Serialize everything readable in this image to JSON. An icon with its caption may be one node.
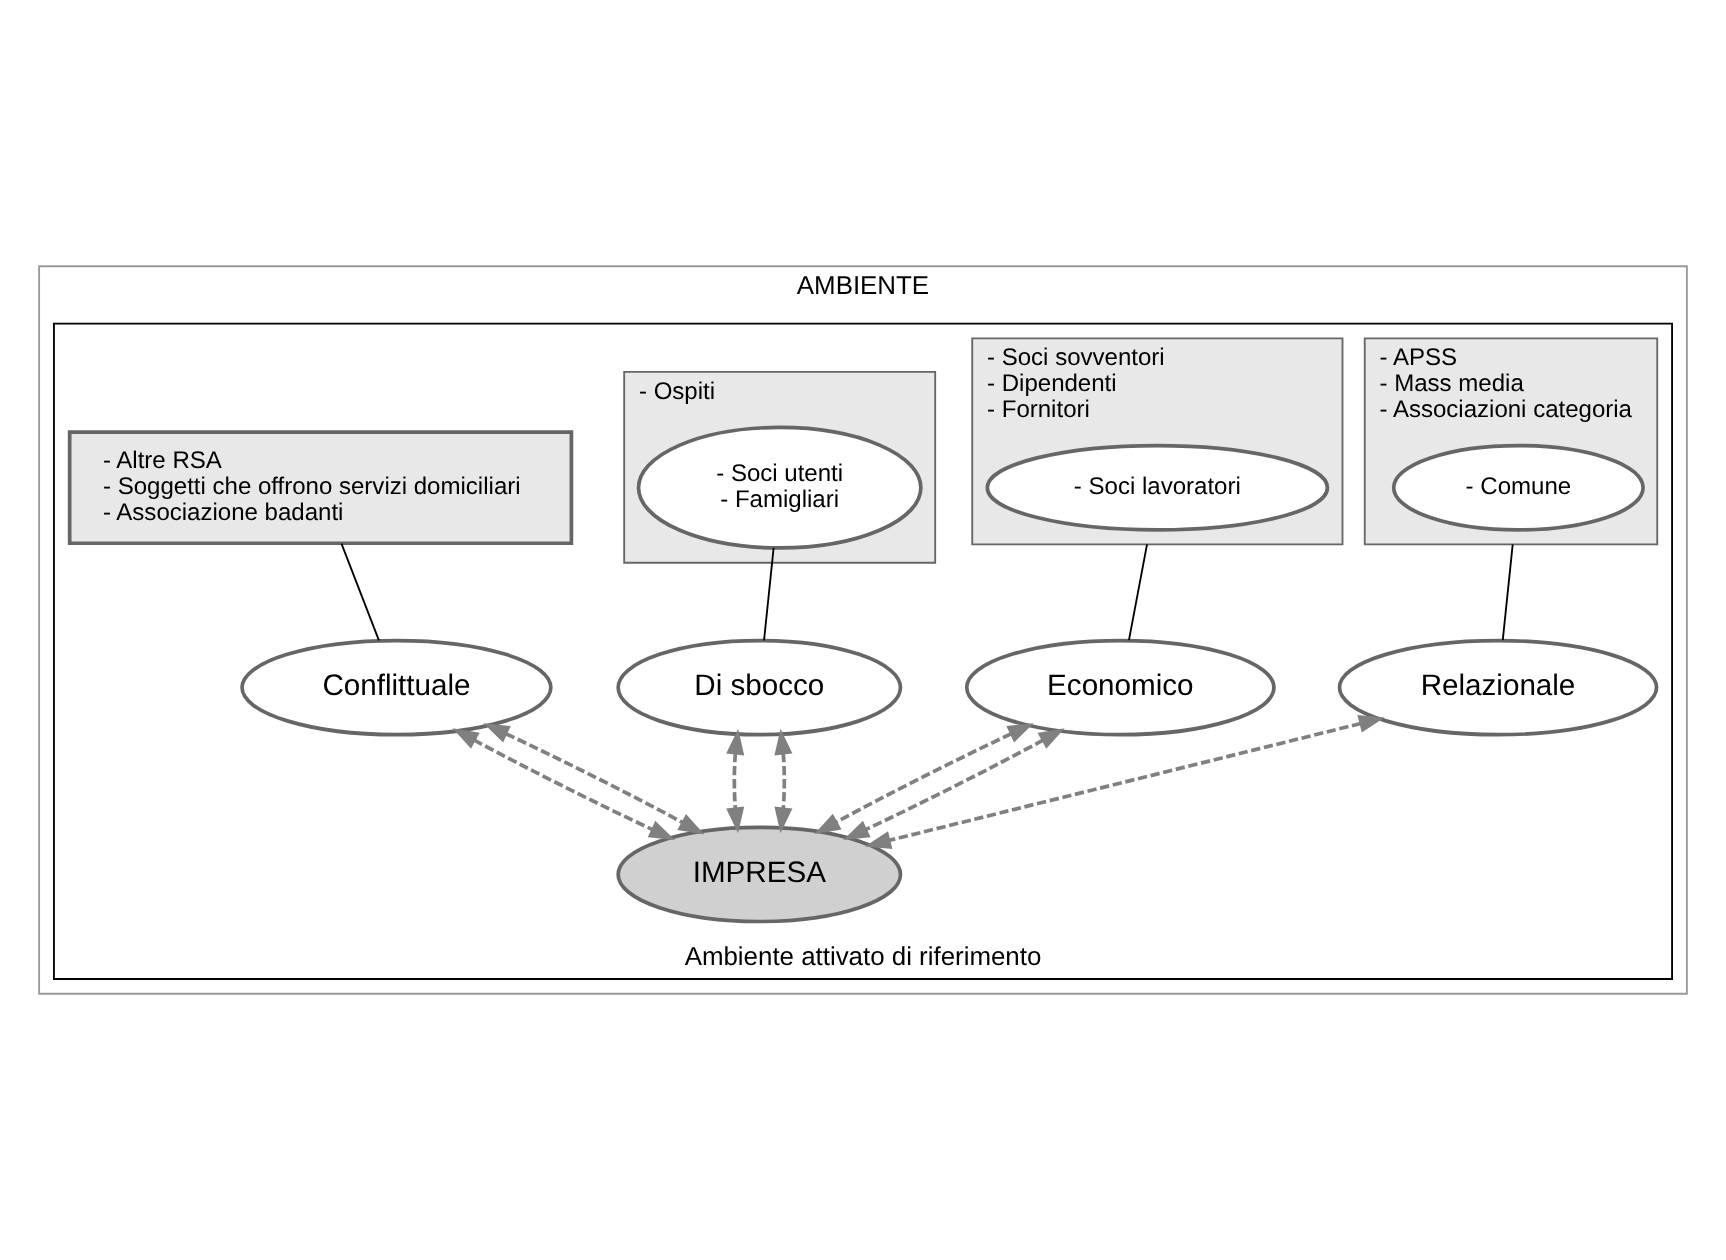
{
  "diagram": {
    "nodes": [
      {
        "text": [
          "AMBIENTE"
        ]
      },
      {
        "text": [
          "Ambiente attivato di riferimento"
        ],
        "in": 0
      },
      {
        "text": [
          "Relazionale"
        ],
        "in": 1
      },
      {
        "text": [
          "Economico"
        ],
        "in": 1
      },
      {
        "text": [
          "- APSS",
          "- Mass media",
          "- Associazioni categoria"
        ],
        "in": 1
      },
      {
        "text": [
          "- Comune"
        ],
        "in": 4
      },
      {
        "text": [
          "IMPRESA"
        ],
        "in": 1
      },
      {
        "text": [
          "- Soci sovventori",
          "- Dipendenti",
          "- Fornitori"
        ],
        "in": 1
      },
      {
        "text": [
          "- Soci lavoratori"
        ],
        "in": 7
      },
      {
        "text": [
          "- Ospiti"
        ],
        "in": 1
      },
      {
        "text": [
          "- Soci utenti",
          "- Famigliari"
        ],
        "in": 9
      },
      {
        "text": [
          "- Altre RSA",
          "- Soggetti che offrono servizi domiciliari",
          "- Associazione badanti"
        ],
        "in": 1
      },
      {
        "text": [
          "Di sbocco"
        ],
        "in": 1
      },
      {
        "text": [
          "Conflittuale"
        ],
        "in": 1
      }
    ],
    "edges": [
      {
        "from": 2,
        "to": 6,
        "arrow": "both",
        "style": "dashed"
      },
      {
        "from": 3,
        "to": 6,
        "arrow": "both",
        "style": "dashed"
      },
      {
        "from": 3,
        "to": 6,
        "arrow": "both",
        "style": "dashed"
      },
      {
        "from": 12,
        "to": 6,
        "arrow": "both",
        "style": "dashed"
      },
      {
        "from": 12,
        "to": 6,
        "arrow": "both",
        "style": "dashed"
      },
      {
        "from": 13,
        "to": 6,
        "arrow": "both",
        "style": "dashed"
      },
      {
        "from": 13,
        "to": 6,
        "arrow": "both",
        "style": "dashed"
      },
      {
        "from": 4,
        "to": 2,
        "arrow": "none",
        "color": "#000000"
      },
      {
        "from": 7,
        "to": 3,
        "arrow": "none",
        "color": "#000000"
      },
      {
        "from": 10,
        "to": 12,
        "arrow": "none",
        "color": "#000000"
      },
      {
        "from": 11,
        "to": 13,
        "arrow": "none",
        "color": "#000000"
      }
    ]
  }
}
